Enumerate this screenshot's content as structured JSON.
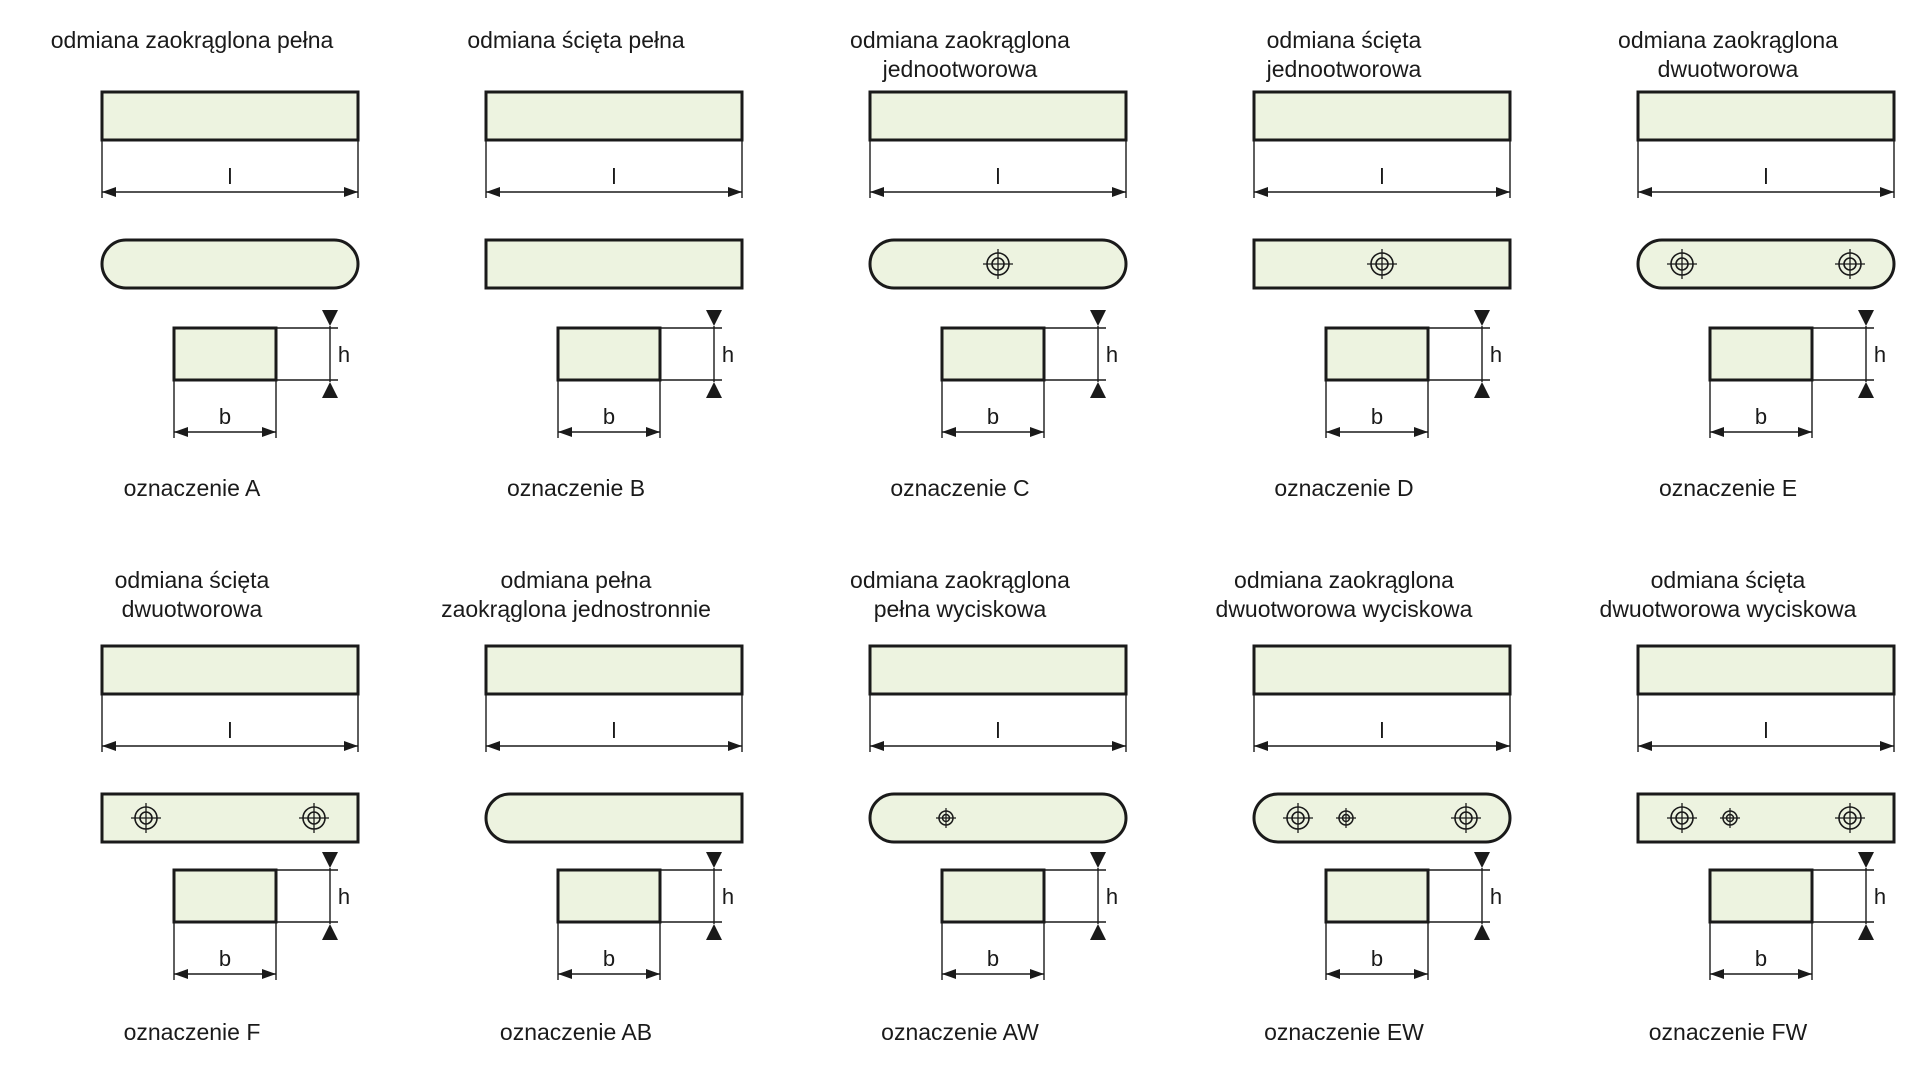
{
  "colors": {
    "fill": "#edf3e0",
    "stroke": "#1a1a1a"
  },
  "dimension_labels": {
    "length": "l",
    "width": "b",
    "height": "h"
  },
  "variants": [
    {
      "title": "odmiana zaokrąglona pełna",
      "designation": "oznaczenie A",
      "ends": "rounded",
      "holes": []
    },
    {
      "title": "odmiana ścięta pełna",
      "designation": "oznaczenie B",
      "ends": "square",
      "holes": []
    },
    {
      "title": "odmiana zaokrąglona\njednootworowa",
      "designation": "oznaczenie C",
      "ends": "rounded",
      "holes": [
        "mounting"
      ]
    },
    {
      "title": "odmiana ścięta\njednootworowa",
      "designation": "oznaczenie D",
      "ends": "square",
      "holes": [
        "mounting"
      ]
    },
    {
      "title": "odmiana zaokrąglona\ndwuotworowa",
      "designation": "oznaczenie E",
      "ends": "rounded",
      "holes": [
        "mounting",
        "mounting"
      ]
    },
    {
      "title": "odmiana ścięta\ndwuotworowa",
      "designation": "oznaczenie F",
      "ends": "square",
      "holes": [
        "mounting",
        "mounting"
      ]
    },
    {
      "title": "odmiana pełna\nzaokrąglona jednostronnie",
      "designation": "oznaczenie AB",
      "ends": "rounded-one-side",
      "holes": []
    },
    {
      "title": "odmiana zaokrąglona\npełna wyciskowa",
      "designation": "oznaczenie AW",
      "ends": "rounded",
      "holes": [
        "jacking"
      ]
    },
    {
      "title": "odmiana zaokrąglona\ndwuotworowa wyciskowa",
      "designation": "oznaczenie EW",
      "ends": "rounded",
      "holes": [
        "mounting",
        "jacking",
        "mounting"
      ]
    },
    {
      "title": "odmiana ścięta\ndwuotworowa wyciskowa",
      "designation": "oznaczenie FW",
      "ends": "square",
      "holes": [
        "mounting",
        "jacking",
        "mounting"
      ]
    }
  ]
}
